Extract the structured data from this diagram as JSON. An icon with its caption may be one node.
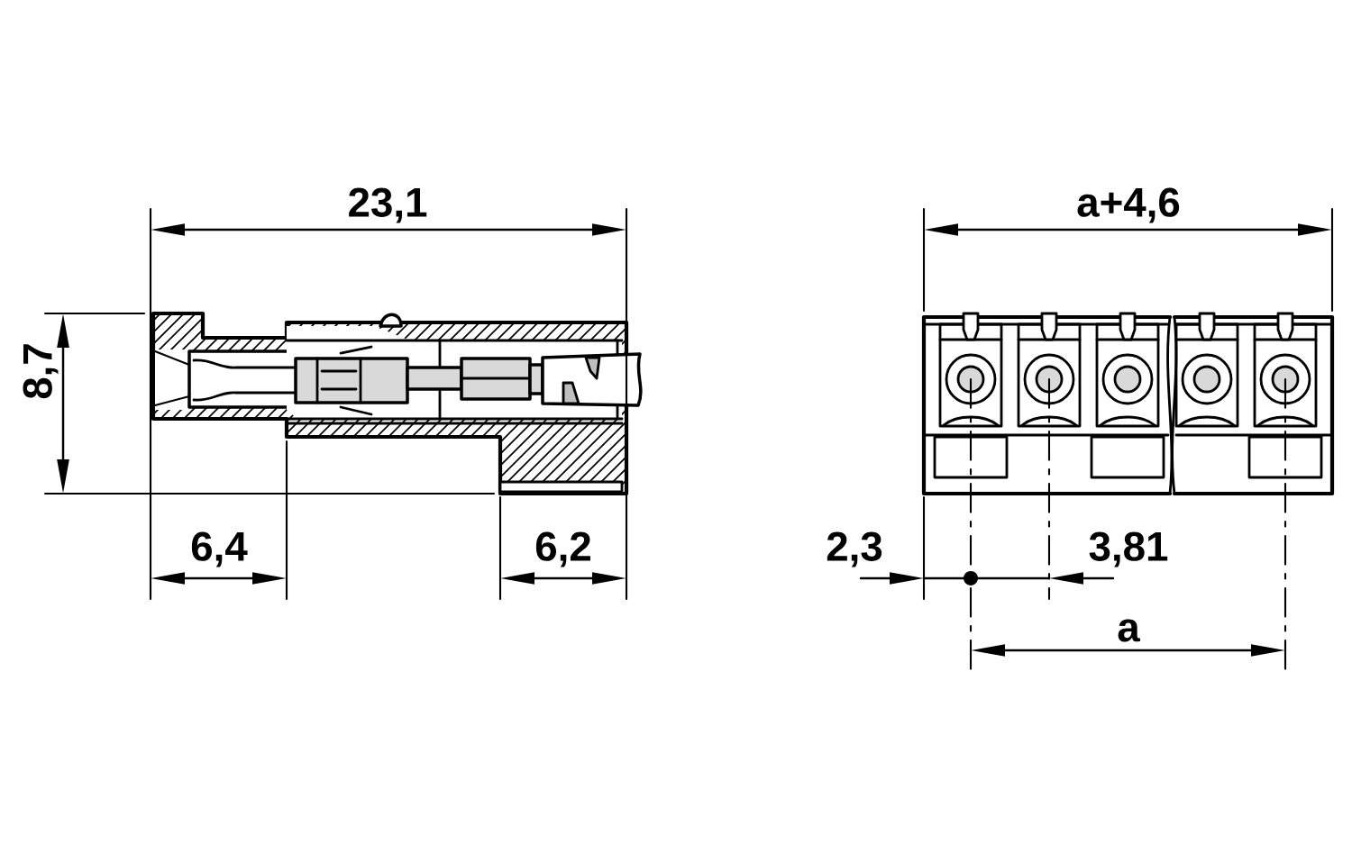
{
  "diagram": {
    "labels": [
      "23,1",
      "a+4,6",
      "8,7",
      "6,4",
      "6,2",
      "2,3",
      "3,81",
      "a"
    ]
  }
}
